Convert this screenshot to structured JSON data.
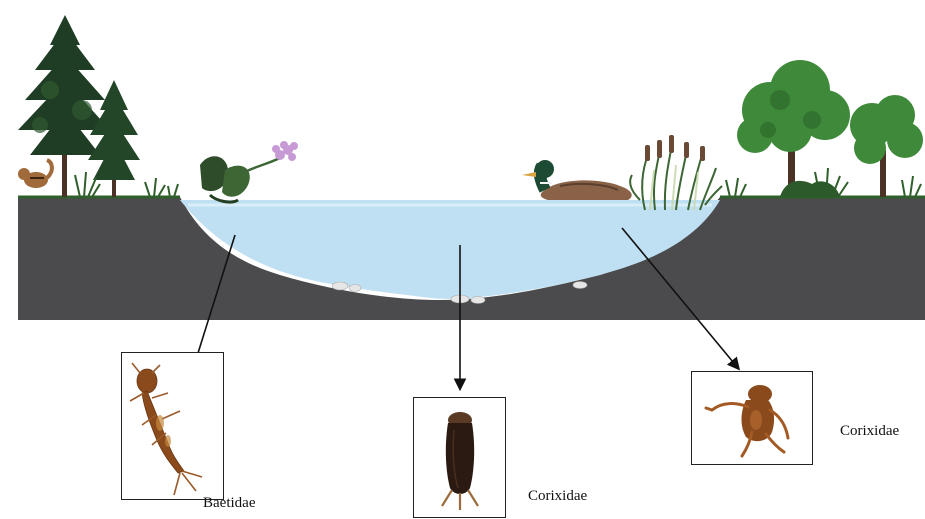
{
  "diagram": {
    "specimens": [
      {
        "id": "left",
        "label": "Baetidae"
      },
      {
        "id": "middle",
        "label": "Corixidae"
      },
      {
        "id": "right",
        "label": "Corixidae"
      }
    ],
    "colors": {
      "soil": "#4b4b4d",
      "water": "#bfe0f3",
      "grass": "#2f5f2a",
      "tree_dark": "#1f3d24",
      "tree_light": "#3f8a3a",
      "specimen_brown": "#8a4a1c",
      "specimen_dark": "#2a1a12"
    },
    "icons": [
      "pine-tree-icon",
      "chipmunk-icon",
      "water-hyacinth-icon",
      "duck-icon",
      "cattail-icon",
      "deciduous-tree-icon"
    ]
  }
}
